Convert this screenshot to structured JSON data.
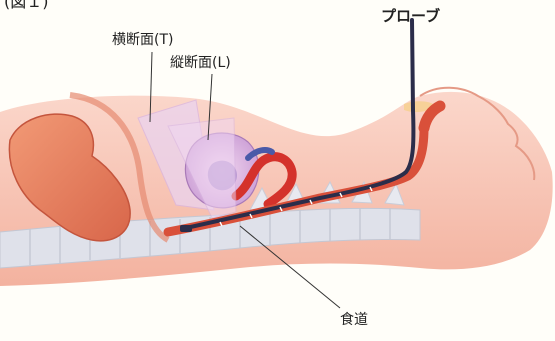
{
  "figure": {
    "caption_fragment": "(図１)",
    "labels": {
      "transverse": "横断面(T)",
      "longitudinal": "縦断面(L)",
      "probe": "プローブ",
      "esophagus": "食道"
    }
  },
  "colors": {
    "background": "#fffef9",
    "skin": "#f6b8a6",
    "skin_dark": "#e48d77",
    "esophagus": "#d9503a",
    "stomach": "#e07a58",
    "spine": "#d8dbe6",
    "scan_plane": "#e9c8ec",
    "probe_cable": "#2b2d4a",
    "leader_line": "#333333"
  }
}
